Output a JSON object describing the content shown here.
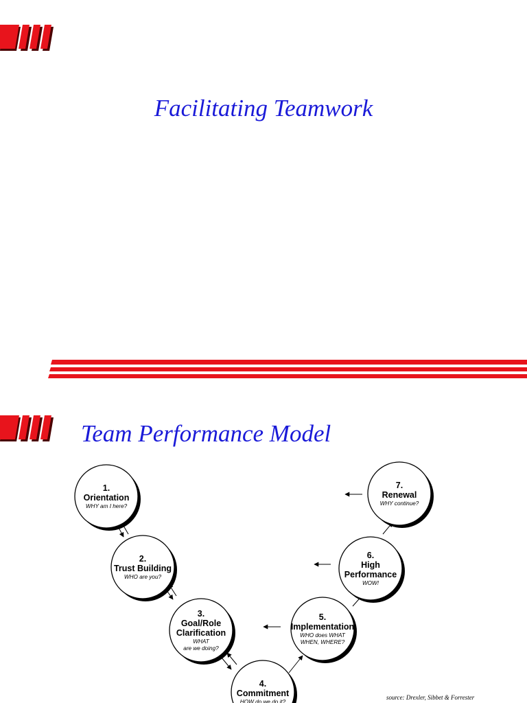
{
  "slide1": {
    "title": "Facilitating Teamwork"
  },
  "slide2": {
    "title": "Team Performance Model"
  },
  "stages": [
    {
      "number": "1.",
      "name_lines": [
        "Orientation"
      ],
      "question_lines": [
        "WHY am I here?"
      ]
    },
    {
      "number": "2.",
      "name_lines": [
        "Trust Building"
      ],
      "question_lines": [
        "WHO are you?"
      ]
    },
    {
      "number": "3.",
      "name_lines": [
        "Goal/Role",
        "Clarification"
      ],
      "question_lines": [
        "WHAT",
        "are we doing?"
      ]
    },
    {
      "number": "4.",
      "name_lines": [
        "Commitment"
      ],
      "question_lines": [
        "HOW do we do it?"
      ]
    },
    {
      "number": "5.",
      "name_lines": [
        "Implementation"
      ],
      "question_lines": [
        "WHO does WHAT",
        "WHEN, WHERE?"
      ]
    },
    {
      "number": "6.",
      "name_lines": [
        "High",
        "Performance"
      ],
      "question_lines": [
        "WOW!"
      ]
    },
    {
      "number": "7.",
      "name_lines": [
        "Renewal"
      ],
      "question_lines": [
        "WHY continue?"
      ]
    }
  ],
  "source": "source:  Drexler, Sibbet & Forrester",
  "colors": {
    "accent_red": "#e8141c",
    "title_blue": "#1a1ad8"
  },
  "icons": {
    "logo": "red-stripes-logo",
    "divider": "red-triple-line"
  }
}
